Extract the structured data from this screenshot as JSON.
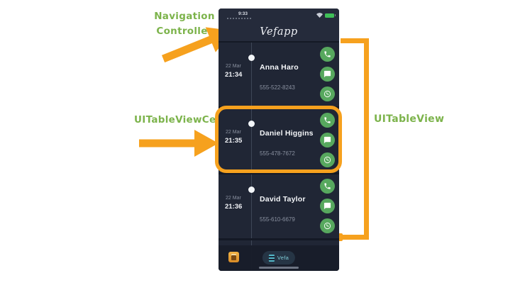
{
  "annotations": {
    "navigation_controller_line1": "Navigation",
    "navigation_controller_line2": "Controller",
    "uitableviewcell_label": "UITableViewCell",
    "uitableview_label": "UITableView",
    "arrow_color": "#F6A11E",
    "label_color": "#7CB34B"
  },
  "phone": {
    "status_bar": {
      "time": "9:33",
      "icons": [
        "wifi-icon",
        "battery-icon"
      ]
    },
    "nav_bar": {
      "title": "Vefapp"
    },
    "table": {
      "cells": [
        {
          "date": "22 Mar",
          "time": "21:34",
          "name": "Anna Haro",
          "number": "555-522-8243",
          "actions": [
            "call",
            "message",
            "whatsapp"
          ],
          "highlighted": false
        },
        {
          "date": "22 Mar",
          "time": "21:35",
          "name": "Daniel Higgins",
          "number": "555-478-7672",
          "actions": [
            "call",
            "message",
            "whatsapp"
          ],
          "highlighted": true
        },
        {
          "date": "22 Mar",
          "time": "21:36",
          "name": "David Taylor",
          "number": "555-610-6679",
          "actions": [
            "call",
            "message",
            "whatsapp"
          ],
          "highlighted": false
        }
      ]
    },
    "tab_bar": {
      "center_label": "Vefa",
      "icons": [
        "contacts-icon",
        "vefa-pill",
        "umbrella-icon"
      ]
    },
    "colors": {
      "action_green": "#57A85E",
      "cell_bg": "#202635",
      "nav_bg": "#252B3B",
      "teal": "#7ECBD6"
    }
  }
}
